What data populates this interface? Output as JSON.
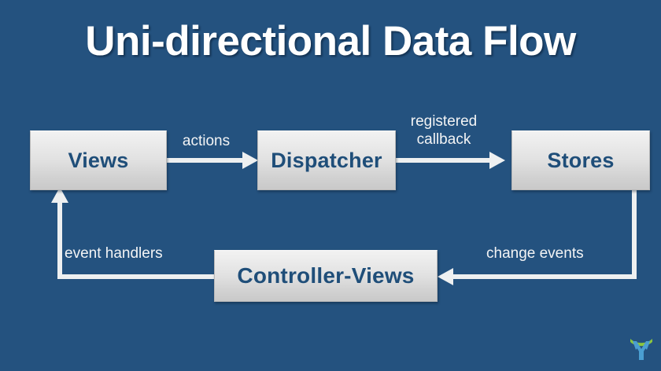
{
  "slide": {
    "title": "Uni-directional Data Flow",
    "background_color": "#24527f",
    "title_color": "#ffffff"
  },
  "nodes": [
    {
      "id": "views",
      "label": "Views"
    },
    {
      "id": "dispatcher",
      "label": "Dispatcher"
    },
    {
      "id": "stores",
      "label": "Stores"
    },
    {
      "id": "controller-views",
      "label": "Controller-Views"
    }
  ],
  "edges": [
    {
      "id": "actions",
      "label": "actions",
      "from": "Views",
      "to": "Dispatcher"
    },
    {
      "id": "callback",
      "label": "registered\ncallback",
      "from": "Dispatcher",
      "to": "Stores"
    },
    {
      "id": "change",
      "label": "change events",
      "from": "Stores",
      "to": "Controller-Views"
    },
    {
      "id": "event",
      "label": "event handlers",
      "from": "Controller-Views",
      "to": "Views"
    }
  ],
  "style": {
    "node_text_color": "#1f4e79",
    "connector_color": "#eef0f1",
    "label_color": "#f3f4f5"
  },
  "logo": {
    "name": "person-x-logo",
    "figure_color": "#4a9ed1",
    "arc_color": "#8cc63f"
  }
}
